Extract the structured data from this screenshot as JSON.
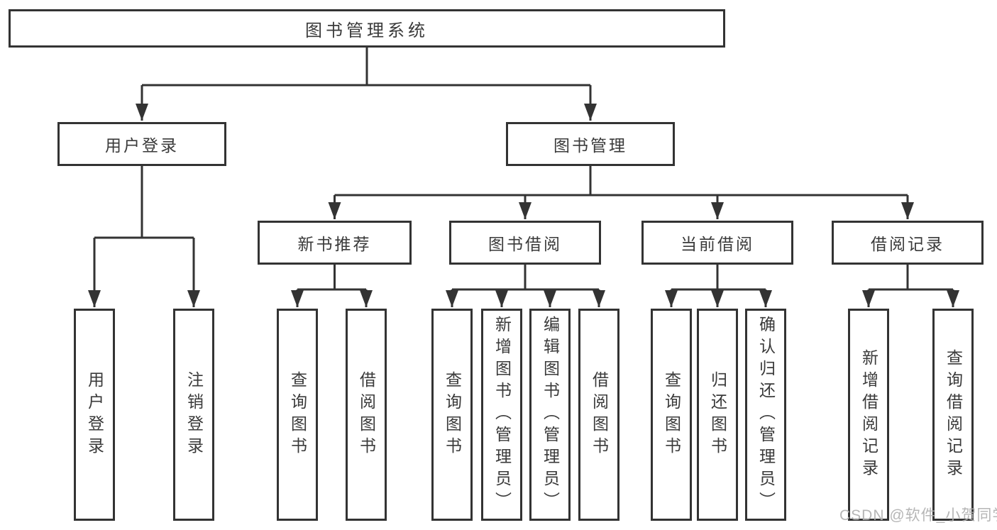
{
  "nodes": {
    "root": "图书管理系统",
    "user_login": {
      "label": "用户登录",
      "children": [
        "用户登录",
        "注销登录"
      ]
    },
    "book_mgmt": {
      "label": "图书管理",
      "children": {
        "new_books": {
          "label": "新书推荐",
          "children": [
            "查询图书",
            "借阅图书"
          ]
        },
        "book_borrow": {
          "label": "图书借阅",
          "children": [
            "查询图书",
            "新增图书（管理员）",
            "编辑图书（管理员）",
            "借阅图书"
          ]
        },
        "current_borrow": {
          "label": "当前借阅",
          "children": [
            "查询图书",
            "归还图书",
            "确认归还（管理员）"
          ]
        },
        "borrow_records": {
          "label": "借阅记录",
          "children": [
            "新增借阅记录",
            "查询借阅记录"
          ]
        }
      }
    }
  },
  "watermark": "CSDN @软件_小贺同学",
  "colors": {
    "line": "#333333",
    "box_border": "#333333",
    "box_background": "#ffffff",
    "text": "#3a3a3a",
    "watermark": "#b0b0b0",
    "background": "#ffffff"
  }
}
